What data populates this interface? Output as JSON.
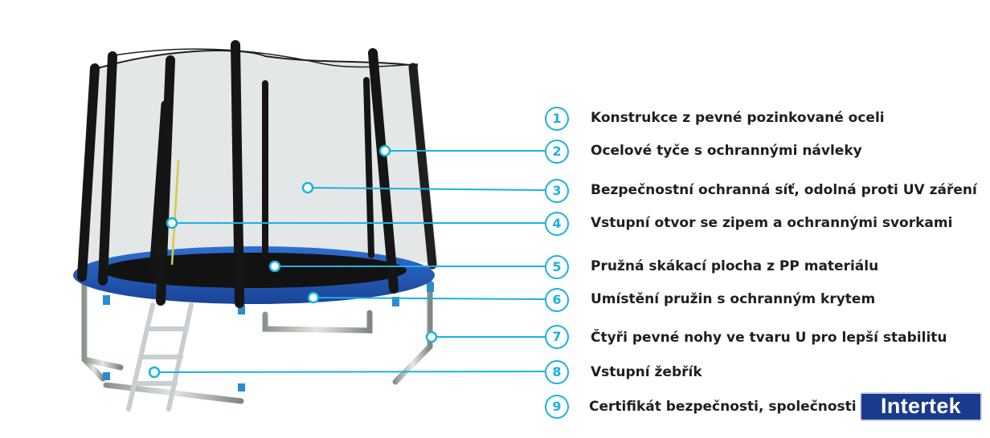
{
  "accent_color": "#1ab2e0",
  "features": [
    {
      "num": "1",
      "label": "Konstrukce z pevné pozinkované oceli"
    },
    {
      "num": "2",
      "label": "Ocelové tyče s ochrannými návleky"
    },
    {
      "num": "3",
      "label": "Bezpečnostní ochranná síť, odolná proti UV záření"
    },
    {
      "num": "4",
      "label": "Vstupní otvor se zipem a ochrannými svorkami"
    },
    {
      "num": "5",
      "label": "Pružná skákací plocha z PP materiálu"
    },
    {
      "num": "6",
      "label": "Umístění pružin s ochranným krytem"
    },
    {
      "num": "7",
      "label": "Čtyři pevné nohy ve tvaru U pro lepší stabilitu"
    },
    {
      "num": "8",
      "label": "Vstupní žebřík"
    },
    {
      "num": "9",
      "label": "Certifikát bezpečnosti, společnosti"
    }
  ],
  "certificate_logo": "Intertek"
}
